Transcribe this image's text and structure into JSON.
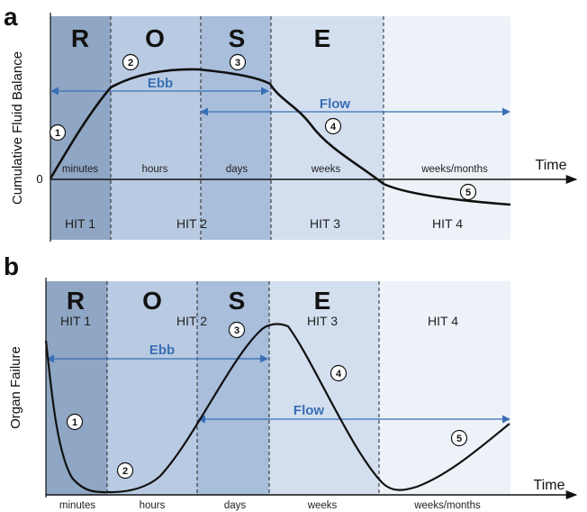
{
  "colors": {
    "band1": "#8fa6c4",
    "band2": "#b9cbe2",
    "band3": "#a8bedb",
    "band4": "#d3dfef",
    "band5": "#edf2f9",
    "arrow": "#3a6fb5",
    "curve": "#111111"
  },
  "panel_a": {
    "letter": "a",
    "ylabel": "Cumulative Fluid Balance",
    "zero_label": "0",
    "time_label": "Time",
    "phases": [
      "R",
      "O",
      "S",
      "E"
    ],
    "periods": [
      "minutes",
      "hours",
      "days",
      "weeks",
      "weeks/months"
    ],
    "hits": [
      "HIT 1",
      "HIT 2",
      "HIT 3",
      "HIT 4"
    ],
    "ebb_label": "Ebb",
    "flow_label": "Flow",
    "markers": [
      "1",
      "2",
      "3",
      "4",
      "5"
    ]
  },
  "panel_b": {
    "letter": "b",
    "ylabel": "Organ Failure",
    "time_label": "Time",
    "phases": [
      "R",
      "O",
      "S",
      "E"
    ],
    "periods": [
      "minutes",
      "hours",
      "days",
      "weeks",
      "weeks/months"
    ],
    "hits": [
      "HIT 1",
      "HIT 2",
      "HIT 3",
      "HIT 4"
    ],
    "ebb_label": "Ebb",
    "flow_label": "Flow",
    "markers": [
      "1",
      "2",
      "3",
      "4",
      "5"
    ]
  }
}
